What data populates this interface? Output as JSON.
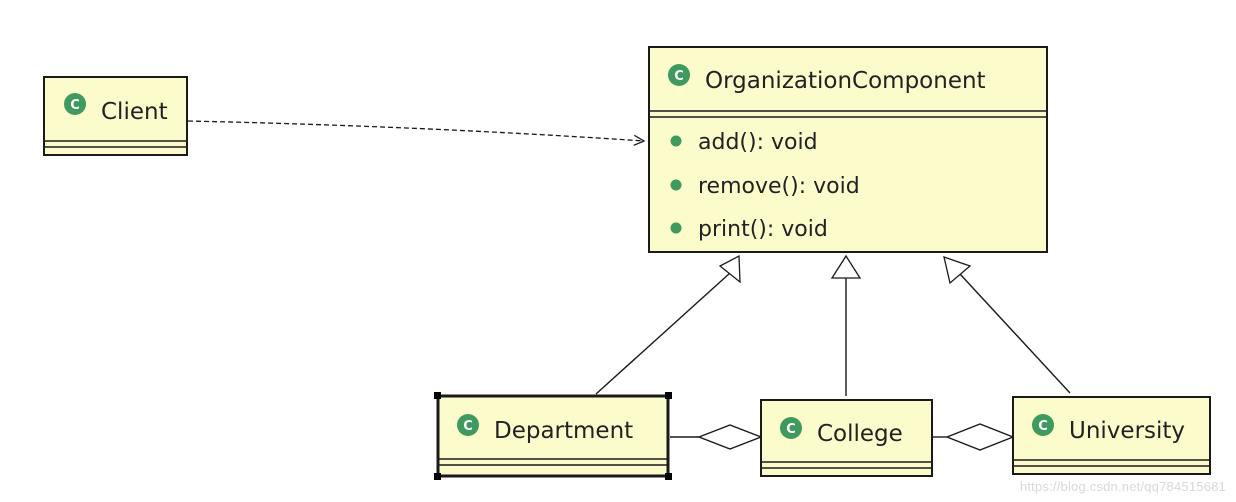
{
  "diagram": {
    "classes": {
      "client": {
        "name": "Client",
        "stereotype_icon": "class-c-icon"
      },
      "organization_component": {
        "name": "OrganizationComponent",
        "stereotype_icon": "class-c-icon",
        "methods": [
          {
            "label": "add(): void",
            "icon": "public-method-dot-icon"
          },
          {
            "label": "remove(): void",
            "icon": "public-method-dot-icon"
          },
          {
            "label": "print(): void",
            "icon": "public-method-dot-icon"
          }
        ]
      },
      "department": {
        "name": "Department",
        "stereotype_icon": "class-c-icon",
        "selected": true
      },
      "college": {
        "name": "College",
        "stereotype_icon": "class-c-icon"
      },
      "university": {
        "name": "University",
        "stereotype_icon": "class-c-icon"
      }
    },
    "relations": [
      {
        "type": "dependency",
        "from": "Client",
        "to": "OrganizationComponent"
      },
      {
        "type": "generalization",
        "from": "Department",
        "to": "OrganizationComponent"
      },
      {
        "type": "generalization",
        "from": "College",
        "to": "OrganizationComponent"
      },
      {
        "type": "generalization",
        "from": "University",
        "to": "OrganizationComponent"
      },
      {
        "type": "aggregation",
        "from": "Department",
        "to": "College"
      },
      {
        "type": "aggregation",
        "from": "College",
        "to": "University"
      }
    ],
    "colors": {
      "class_fill": "#fbfbcc",
      "border": "#1a1a1a",
      "icon_green": "#3f9a5d",
      "text": "#222222"
    }
  },
  "watermark": "https://blog.csdn.net/qq784515681"
}
